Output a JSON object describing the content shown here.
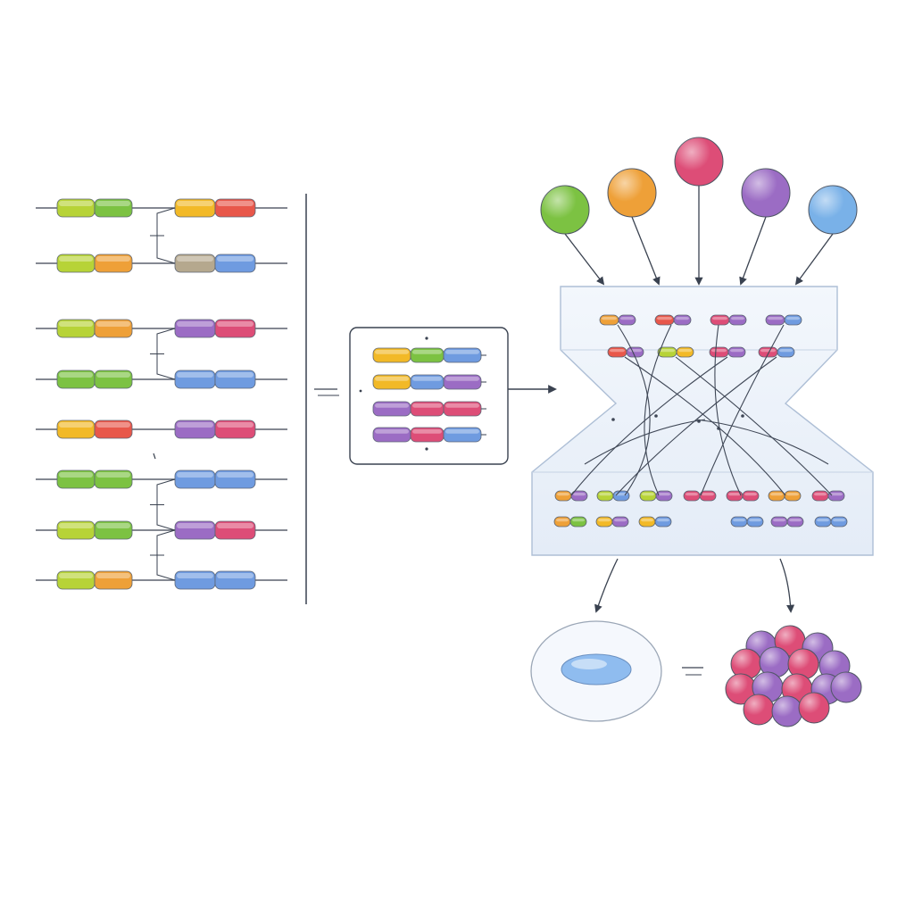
{
  "palette": {
    "line": "#3a4250",
    "panel_stroke": "#aebfd6",
    "panel_fill": "#eef3fa",
    "green": "#7cc242",
    "lime": "#b7d337",
    "orange": "#eea038",
    "yellow": "#f2b927",
    "red": "#e8574a",
    "pink": "#dd4d77",
    "purple": "#9b6cc4",
    "blue": "#6f9be0",
    "lightblue": "#79b1e8",
    "tan": "#b5a88e",
    "cell_fill": "#f5f8fd",
    "nucleus": "#8fbcef"
  },
  "left_pairs": [
    {
      "left": [
        "lime",
        "green"
      ],
      "right": [
        "yellow",
        "red"
      ]
    },
    {
      "left": [
        "lime",
        "orange"
      ],
      "right": [
        "tan",
        "blue"
      ]
    },
    {
      "left": [
        "lime",
        "orange"
      ],
      "right": [
        "purple",
        "pink"
      ]
    },
    {
      "left": [
        "green",
        "green"
      ],
      "right": [
        "blue",
        "blue"
      ]
    },
    {
      "left": [
        "yellow",
        "red"
      ],
      "right": [
        "purple",
        "pink"
      ]
    },
    {
      "left": [
        "green",
        "green"
      ],
      "right": [
        "blue",
        "blue"
      ]
    },
    {
      "left": [
        "lime",
        "green"
      ],
      "right": [
        "purple",
        "pink"
      ]
    },
    {
      "left": [
        "lime",
        "orange"
      ],
      "right": [
        "blue",
        "blue"
      ]
    }
  ],
  "middle_box_rows": [
    [
      "yellow",
      "green",
      "blue"
    ],
    [
      "yellow",
      "blue",
      "purple"
    ],
    [
      "purple",
      "pink",
      "pink"
    ],
    [
      "purple",
      "pink",
      "blue"
    ]
  ],
  "input_balls": [
    "green",
    "orange",
    "pink",
    "purple",
    "lightblue"
  ],
  "prism_top_segments": [
    [
      "orange",
      "purple"
    ],
    [
      "red",
      "purple"
    ],
    [
      "pink",
      "purple"
    ],
    [
      "purple",
      "blue"
    ],
    [
      "red",
      "purple"
    ],
    [
      "lime",
      "yellow"
    ],
    [
      "pink",
      "purple"
    ],
    [
      "pink",
      "blue"
    ]
  ],
  "prism_bottom_segments": [
    [
      "orange",
      "purple"
    ],
    [
      "lime",
      "blue"
    ],
    [
      "lime",
      "purple"
    ],
    [
      "pink",
      "pink"
    ],
    [
      "pink",
      "pink"
    ],
    [
      "orange",
      "orange"
    ],
    [
      "pink",
      "purple"
    ],
    [
      "orange",
      "green"
    ],
    [
      "yellow",
      "purple"
    ],
    [
      "yellow",
      "blue"
    ],
    [
      "blue",
      "blue"
    ],
    [
      "purple",
      "purple"
    ],
    [
      "blue",
      "blue"
    ]
  ],
  "cluster_balls": [
    "purple",
    "pink",
    "purple",
    "pink",
    "purple",
    "pink",
    "purple",
    "pink",
    "purple",
    "pink",
    "purple",
    "purple",
    "pink",
    "purple",
    "pink"
  ]
}
